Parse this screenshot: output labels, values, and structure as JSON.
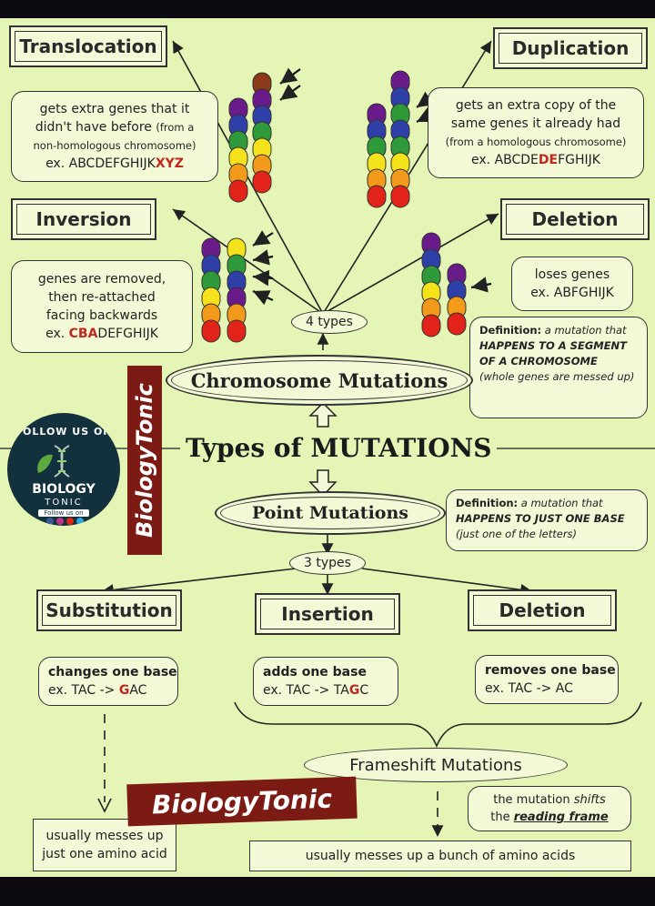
{
  "main_title": "Types of MUTATIONS",
  "chromosome_mutations": {
    "label": "Chromosome Mutations",
    "count_label": "4 types",
    "definition": {
      "prefix": "Definition:",
      "italic_lead": "a mutation that",
      "bold": "HAPPENS TO A SEGMENT OF A CHROMOSOME",
      "italic_tail": "(whole genes are messed up)"
    },
    "translocation": {
      "title": "Translocation",
      "line1": "gets extra genes that it",
      "line2a": "didn't have before",
      "line2b": "(from a",
      "line3": "non-homologous chromosome)",
      "example_prefix": "ex. ABCDEFGHIJK",
      "example_highlight": "XYZ"
    },
    "duplication": {
      "title": "Duplication",
      "line1": "gets an extra copy of the",
      "line2": "same genes it already had",
      "line3": "(from a homologous chromosome)",
      "example_prefix": "ex. ABCDE",
      "example_highlight": "DE",
      "example_suffix": "FGHIJK"
    },
    "inversion": {
      "title": "Inversion",
      "line1": "genes are removed,",
      "line2": "then re-attached",
      "line3": "facing backwards",
      "example_prefix": "ex.",
      "example_highlight": "CBA",
      "example_suffix": "DEFGHIJK"
    },
    "deletion": {
      "title": "Deletion",
      "line1": "loses genes",
      "example": "ex. ABFGHIJK"
    }
  },
  "point_mutations": {
    "label": "Point Mutations",
    "count_label": "3 types",
    "definition": {
      "prefix": "Definition:",
      "italic_lead": "a mutation that",
      "bold": "HAPPENS TO JUST ONE BASE",
      "italic_tail": "(just one of the letters)"
    },
    "substitution": {
      "title": "Substitution",
      "line1": "changes one base",
      "example_prefix": "ex. TAC -> ",
      "example_highlight": "G",
      "example_suffix": "AC"
    },
    "insertion": {
      "title": "Insertion",
      "line1": "adds one base",
      "example_prefix": "ex. TAC -> TA",
      "example_highlight": "G",
      "example_suffix": "C"
    },
    "deletion": {
      "title": "Deletion",
      "line1": "removes one base",
      "example": "ex. TAC ->  AC"
    },
    "frameshift": {
      "label": "Frameshift Mutations",
      "note_a": "the mutation ",
      "note_b": "shifts",
      "note_c": "the ",
      "note_d": "reading frame"
    },
    "result_one": {
      "line1": "usually messes up",
      "line2": "just one amino acid"
    },
    "result_many": "usually messes up a bunch of amino acids"
  },
  "watermark": {
    "vertical": "BiologyTonic",
    "horizontal": "BiologyTonic"
  },
  "badge": {
    "arc_text": "FOLLOW US ON",
    "line1": "BIOLOGY",
    "line2": "TONIC",
    "line3": "Follow us on"
  },
  "colors": {
    "background": "#e4f5b6",
    "box_fill": "#f3f8d6",
    "highlight_red": "#c0271d",
    "watermark": "#7c1a14",
    "chromosome_bands": [
      "#8b3a1a",
      "#6a1b8a",
      "#2f3fa8",
      "#2e9a3a",
      "#f4e21a",
      "#f39a1a",
      "#e2231a"
    ]
  }
}
